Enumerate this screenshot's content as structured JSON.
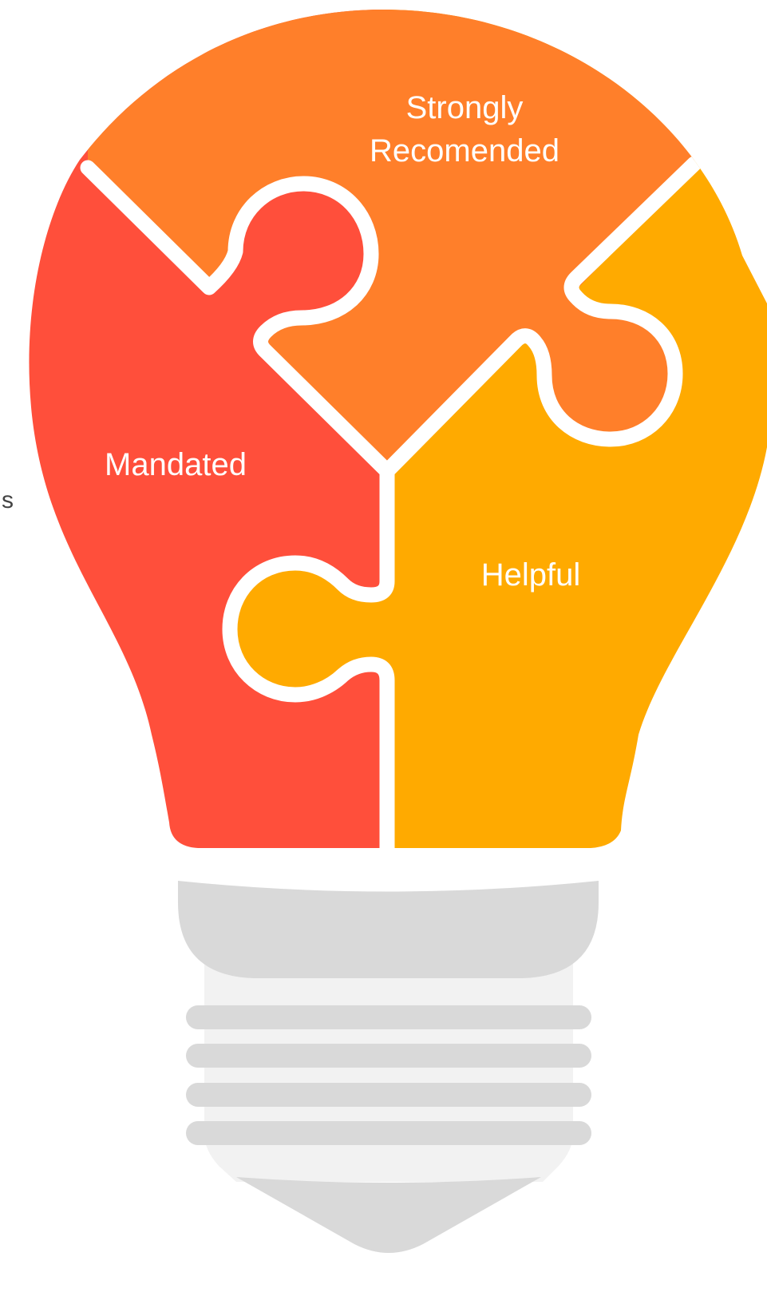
{
  "diagram": {
    "pieces": [
      {
        "id": "strongly-recommended",
        "lines": [
          "Strongly",
          "Recomended"
        ],
        "color": "#FF7F2A"
      },
      {
        "id": "mandated",
        "lines": [
          "Mandated"
        ],
        "color": "#FF4F3B"
      },
      {
        "id": "helpful",
        "lines": [
          "Helpful"
        ],
        "color": "#FFAA00"
      }
    ],
    "edge_text": "s",
    "base_colors": {
      "cap": "#D9D9D9",
      "neck": "#F2F2F2",
      "threads": "#D9D9D9"
    }
  }
}
